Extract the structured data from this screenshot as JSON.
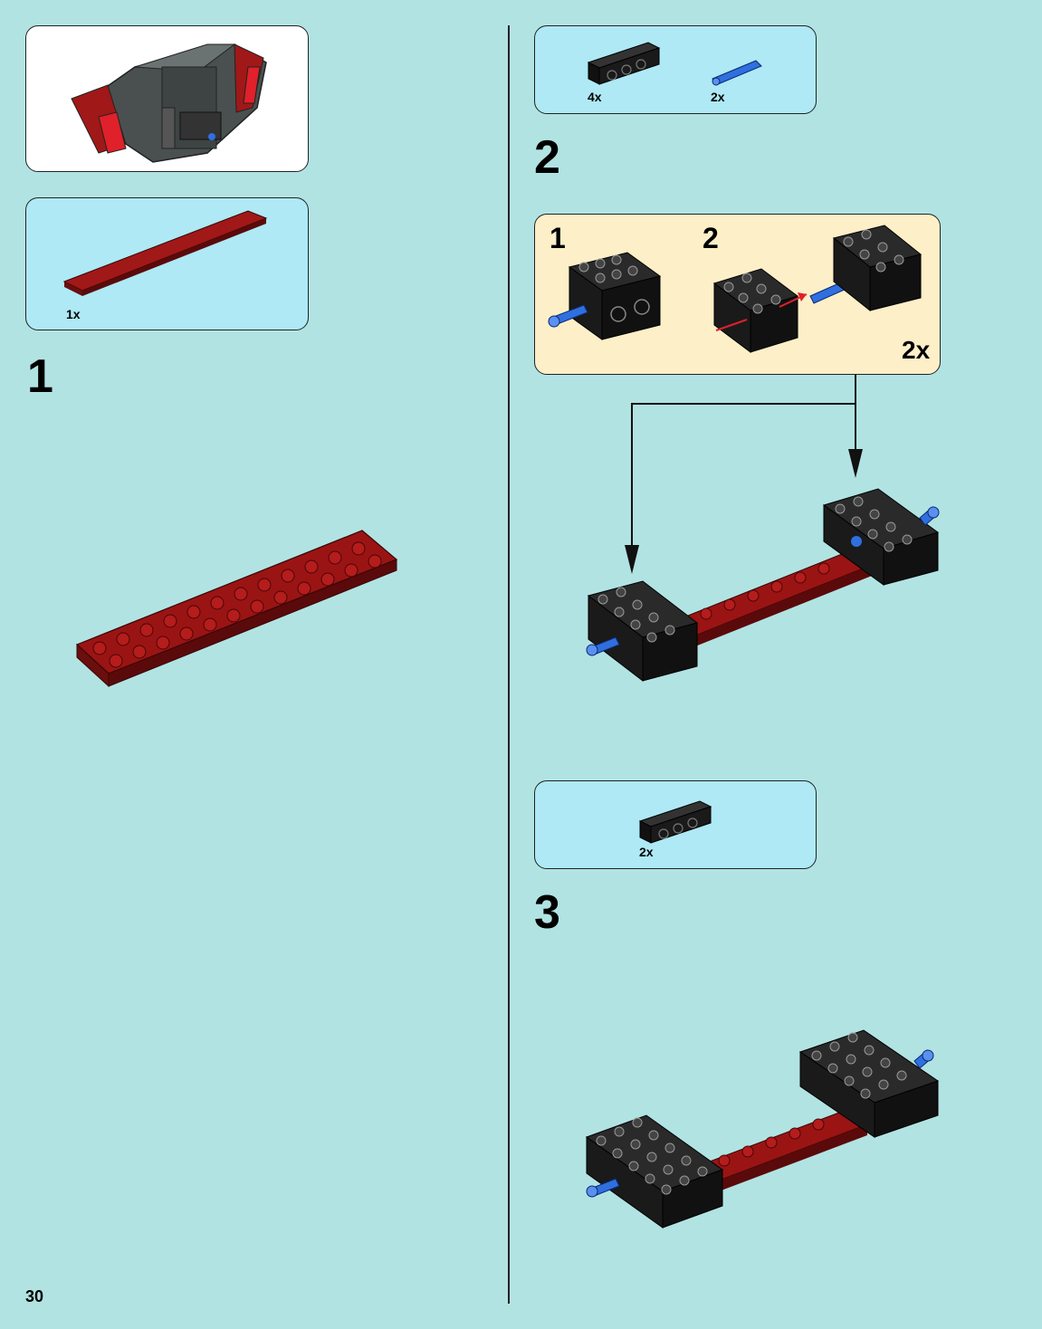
{
  "page_number": "30",
  "left_column": {
    "preview_panel": {
      "label": ""
    },
    "step1_parts": [
      {
        "qty": "1x",
        "part": "red-plate-2x12"
      }
    ],
    "step1_number": "1"
  },
  "right_column": {
    "step2_parts": [
      {
        "qty": "4x",
        "part": "black-technic-brick-1x4"
      },
      {
        "qty": "2x",
        "part": "blue-technic-pin"
      }
    ],
    "step2_number": "2",
    "sub_assembly": {
      "sub_steps": [
        "1",
        "2"
      ],
      "multiplier": "2x"
    },
    "step3_parts": [
      {
        "qty": "2x",
        "part": "black-technic-brick-1x4"
      }
    ],
    "step3_number": "3"
  },
  "colors": {
    "background": "#b2e3e3",
    "parts_panel": "#aee9f5",
    "sub_assembly_panel": "#fdefc8",
    "red_brick": "#8b1414",
    "black_brick": "#141414",
    "blue_pin": "#2f6fe0",
    "arrow_red": "#e0202a"
  }
}
